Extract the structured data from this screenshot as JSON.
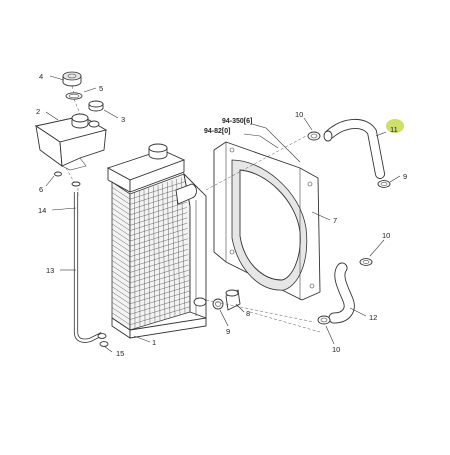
{
  "diagram": {
    "callouts": [
      {
        "id": "c4",
        "text": "4"
      },
      {
        "id": "c5",
        "text": "5"
      },
      {
        "id": "c2",
        "text": "2"
      },
      {
        "id": "c3",
        "text": "3"
      },
      {
        "id": "c6",
        "text": "6"
      },
      {
        "id": "c14",
        "text": "14"
      },
      {
        "id": "c13",
        "text": "13"
      },
      {
        "id": "c15",
        "text": "15"
      },
      {
        "id": "c1",
        "text": "1"
      },
      {
        "id": "c9a",
        "text": "9"
      },
      {
        "id": "c8",
        "text": "8"
      },
      {
        "id": "c7",
        "text": "7"
      },
      {
        "id": "c10a",
        "text": "10"
      },
      {
        "id": "c11",
        "text": "11"
      },
      {
        "id": "c9b",
        "text": "9"
      },
      {
        "id": "c10b",
        "text": "10"
      },
      {
        "id": "c12",
        "text": "12"
      },
      {
        "id": "c10c",
        "text": "10"
      }
    ],
    "references": [
      {
        "id": "r1",
        "text": "94-350[6]"
      },
      {
        "id": "r2",
        "text": "94-82[0]"
      }
    ],
    "highlight_color": "#c9dc5a"
  }
}
